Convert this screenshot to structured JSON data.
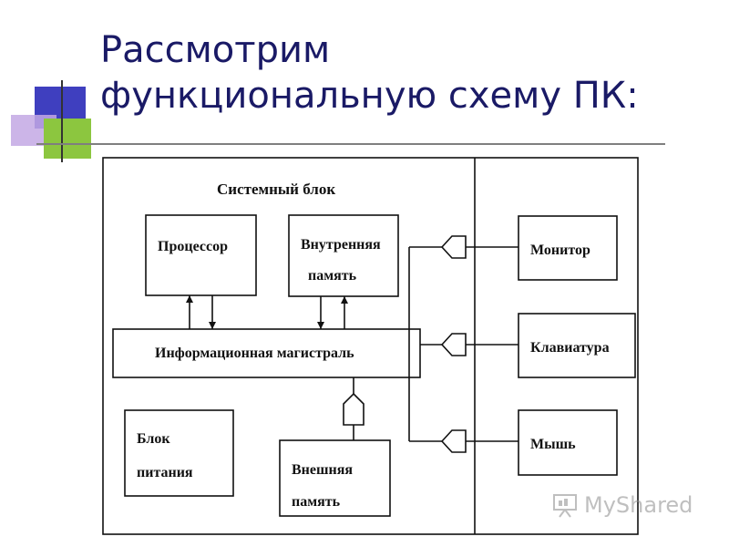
{
  "slide": {
    "title_line1": "Рассмотрим",
    "title_line2": "функциональную схему ПК:"
  },
  "diagram": {
    "system_unit_label": "Системный блок",
    "processor": "Процессор",
    "internal_memory_line1": "Внутренняя",
    "internal_memory_line2": "память",
    "bus": "Информационная магистраль",
    "power_line1": "Блок",
    "power_line2": "питания",
    "external_memory_line1": "Внешняя",
    "external_memory_line2": "память",
    "monitor": "Монитор",
    "keyboard": "Клавиатура",
    "mouse": "Мышь"
  },
  "watermark": {
    "text": "MyShared"
  },
  "colors": {
    "title": "#1a1a66",
    "deco_blue": "#3f3fbf",
    "deco_green": "#8cc63f",
    "deco_purple": "#b79cd9"
  }
}
